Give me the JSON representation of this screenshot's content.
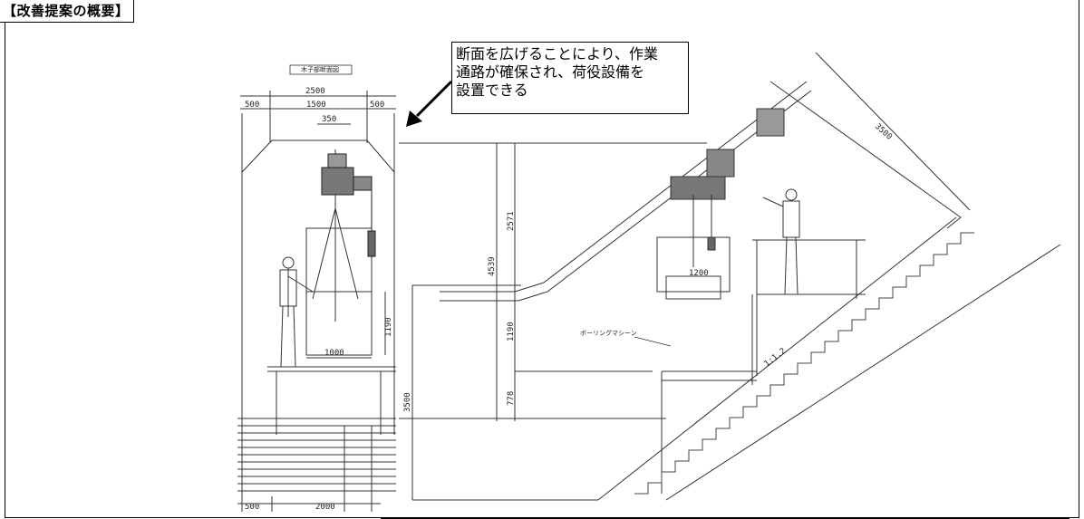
{
  "title": "【改善提案の概要】",
  "callout": {
    "text": "断面を広げることにより、作業\n通路が確保され、荷役設備を\n設置できる"
  },
  "front_view": {
    "header_label": "木子部断面図",
    "dims": {
      "total_width": "2500",
      "left_margin": "500",
      "center": "1500",
      "right_margin": "500",
      "top_width": "350",
      "machine_height": "1190",
      "machine_width": "1000",
      "bottom_left": "500",
      "bottom_width": "2000"
    }
  },
  "side_view": {
    "dims": {
      "total_height": "4539",
      "upper_height": "2571",
      "middle_height": "1190",
      "lower_height": "778",
      "overall_height": "3500",
      "slope_length": "3500",
      "machine_width": "1200"
    },
    "slope_ratio": "1:1.2",
    "machine_label": "ボーリングマシーン"
  }
}
